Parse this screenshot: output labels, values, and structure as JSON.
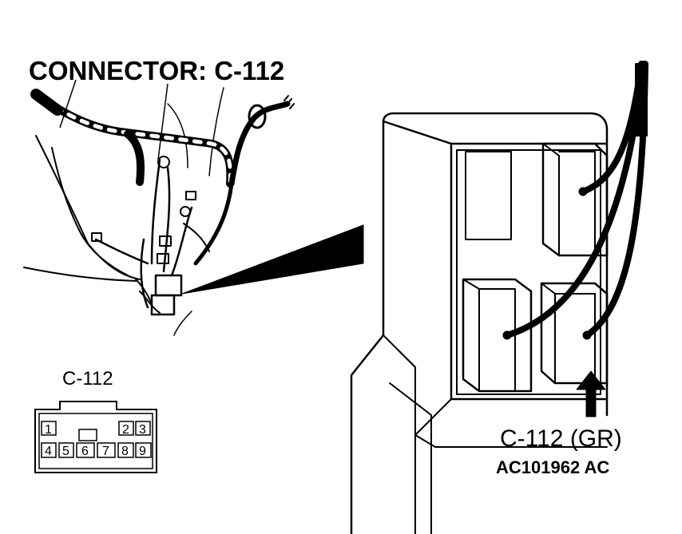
{
  "title": "CONNECTOR: C-112",
  "face_view": {
    "label": "C-112",
    "pins_top": [
      "1",
      "2",
      "3"
    ],
    "pins_bottom": [
      "4",
      "5",
      "6",
      "7",
      "8",
      "9"
    ]
  },
  "connector_callout": "C-112 (GR)",
  "figure_code": "AC101962 AC",
  "colors": {
    "line": "#000000",
    "background": "#ffffff"
  }
}
